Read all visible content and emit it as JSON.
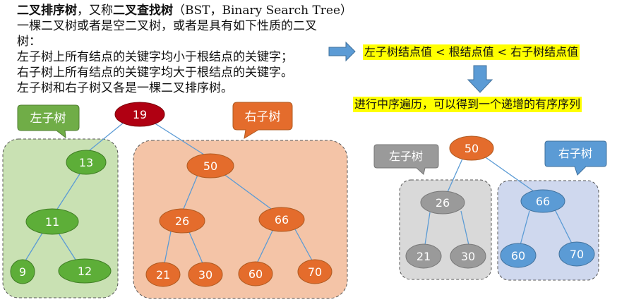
{
  "intro": {
    "title_bold1": "二叉排序树",
    "title_mid": "，又称",
    "title_bold2": "二叉查找树",
    "title_rest": "（BST，Binary Search Tree）",
    "line2": "一棵二叉树或者是空二叉树，或者是具有如下性质的二叉",
    "line3": "树：",
    "line4": "左子树上所有结点的关键字均小于根结点的关键字；",
    "line5": "右子树上所有结点的关键字均大于根结点的关键字。",
    "line6": "左子树和右子树又各是一棵二叉排序树。"
  },
  "highlight1": "左子树结点值 < 根结点值 < 右子树结点值",
  "highlight2": "进行中序遍历，可以得到一个递增的有序序列",
  "big_tree": {
    "left_label": "左子树",
    "right_label": "右子树",
    "root": "19",
    "left_nodes": [
      "13",
      "11",
      "9",
      "12"
    ],
    "right_nodes": [
      "50",
      "26",
      "66",
      "21",
      "30",
      "60",
      "70"
    ]
  },
  "small_tree": {
    "left_label": "左子树",
    "right_label": "右子树",
    "root": "50",
    "left_nodes": [
      "26",
      "21",
      "30"
    ],
    "right_nodes": [
      "66",
      "60",
      "70"
    ]
  },
  "colors": {
    "green": "#5dae38",
    "green_region": "#c9e1b3",
    "orange": "#e46c2c",
    "orange_region": "#f4c4a7",
    "root_red": "#b00012",
    "gray": "#9a9a9a",
    "gray_region": "#d9d9d9",
    "blue": "#5b9bd5",
    "blue_region": "#cfd8ee",
    "arrow_blue": "#5b9bd5",
    "highlight": "#ffff00"
  }
}
